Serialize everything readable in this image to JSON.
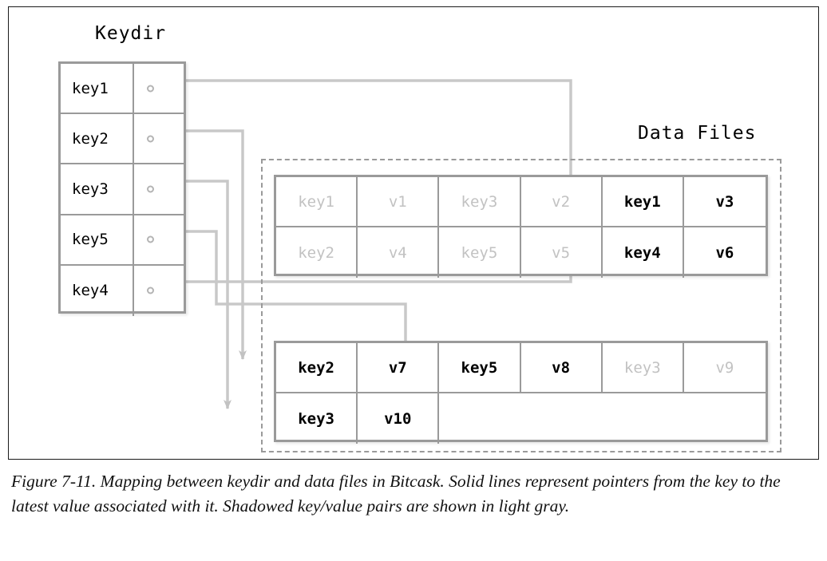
{
  "figure": {
    "keydir_title": "Keydir",
    "datafiles_title": "Data Files",
    "caption": "Figure 7-11. Mapping between keydir and data files in Bitcask. Solid lines represent pointers from the key to the latest value associated with it. Shadowed key/value pairs are shown in light gray."
  },
  "keydir": {
    "rows": [
      {
        "key": "key1",
        "pointer": "pointer-dot"
      },
      {
        "key": "key2",
        "pointer": "pointer-dot"
      },
      {
        "key": "key3",
        "pointer": "pointer-dot"
      },
      {
        "key": "key5",
        "pointer": "pointer-dot"
      },
      {
        "key": "key4",
        "pointer": "pointer-dot"
      }
    ]
  },
  "data_files": [
    {
      "name": "data-file-1",
      "rows": [
        [
          {
            "text": "key1",
            "shadowed": true
          },
          {
            "text": "v1",
            "shadowed": true
          },
          {
            "text": "key3",
            "shadowed": true
          },
          {
            "text": "v2",
            "shadowed": true
          },
          {
            "text": "key1",
            "shadowed": false
          },
          {
            "text": "v3",
            "shadowed": false
          }
        ],
        [
          {
            "text": "key2",
            "shadowed": true
          },
          {
            "text": "v4",
            "shadowed": true
          },
          {
            "text": "key5",
            "shadowed": true
          },
          {
            "text": "v5",
            "shadowed": true
          },
          {
            "text": "key4",
            "shadowed": false
          },
          {
            "text": "v6",
            "shadowed": false
          }
        ]
      ]
    },
    {
      "name": "data-file-2",
      "rows": [
        [
          {
            "text": "key2",
            "shadowed": false
          },
          {
            "text": "v7",
            "shadowed": false
          },
          {
            "text": "key5",
            "shadowed": false
          },
          {
            "text": "v8",
            "shadowed": false
          },
          {
            "text": "key3",
            "shadowed": true
          },
          {
            "text": "v9",
            "shadowed": true
          }
        ],
        [
          {
            "text": "key3",
            "shadowed": false
          },
          {
            "text": "v10",
            "shadowed": false
          },
          {
            "text": "",
            "shadowed": false,
            "merged": true
          }
        ]
      ]
    }
  ],
  "pointers": [
    {
      "from": "key1",
      "to": "data-file-1 row1 key1/v3"
    },
    {
      "from": "key2",
      "to": "data-file-2 row1 key2/v7"
    },
    {
      "from": "key3",
      "to": "data-file-2 row2 key3/v10"
    },
    {
      "from": "key5",
      "to": "data-file-2 row1 key5/v8"
    },
    {
      "from": "key4",
      "to": "data-file-1 row2 key4/v6"
    }
  ],
  "colors": {
    "line": "#c8c8c8",
    "table_border": "#9a9a9a",
    "shadow_text": "#c2c2c2",
    "text": "#000000",
    "frame": "#1a1a1a"
  }
}
